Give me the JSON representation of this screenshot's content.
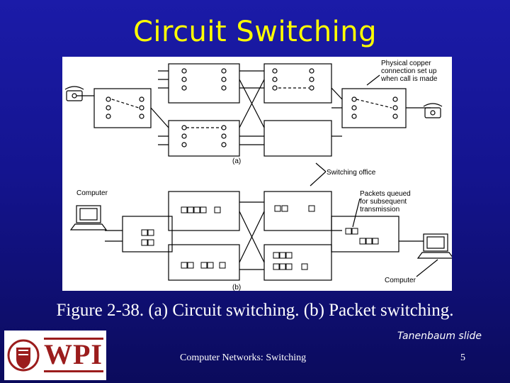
{
  "slide": {
    "title": "Circuit Switching",
    "caption": "Figure 2-38. (a) Circuit switching. (b) Packet switching.",
    "credit": "Tanenbaum slide",
    "footer": "Computer Networks: Switching",
    "page_number": "5"
  },
  "logo": {
    "text": "WPI"
  },
  "diagram": {
    "labels": {
      "physical_copper": [
        "Physical copper",
        "connection set up",
        "when call is made"
      ],
      "part_a": "(a)",
      "switching_office": "Switching office",
      "computer_left": "Computer",
      "packets_queued": [
        "Packets queued",
        "for subsequent",
        "transmission"
      ],
      "computer_right": "Computer",
      "part_b": "(b)"
    }
  }
}
